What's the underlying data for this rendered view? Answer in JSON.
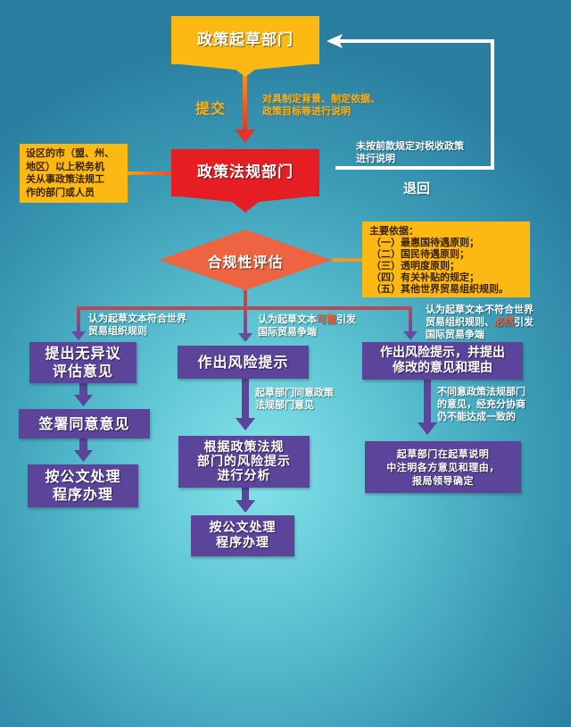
{
  "flowchart": {
    "drafting_department": "政策起草部门",
    "submit_label": "提交",
    "submit_note": "对具制定背景、制定依据、政策目标等进行说明",
    "submit_note_lines": [
      "对具制定背景、制定依据、",
      "政策目标等进行说明"
    ],
    "return_note_lines": [
      "未按前款规定对税收政策",
      "进行说明"
    ],
    "return_label": "退回",
    "legal_department": "政策法规部门",
    "legal_department_note_lines": [
      "设区的市（盟、州、",
      "地区）以上税务机",
      "关从事政策法规工",
      "作的部门或人员"
    ],
    "assessment": "合规性评估",
    "criteria": {
      "title": "主要依据：",
      "items": [
        "（一）最惠国待遇原则；",
        "（二）国民待遇原则；",
        "（三）透明度原则；",
        "（四）有关补贴的规定；",
        "（五）其他世界贸易组织规则。"
      ]
    },
    "branches": [
      {
        "condition_lines": [
          "认为起草文本符合世界",
          "贸易组织规则"
        ],
        "steps": [
          [
            "提出无异议",
            "评估意见"
          ],
          [
            "签署同意意见"
          ],
          [
            "按公文处理",
            "程序办理"
          ]
        ]
      },
      {
        "condition_pre": "认为起草文本",
        "condition_highlight": "可能",
        "condition_post": "引发",
        "condition_line2": "国际贸易争端",
        "steps": [
          [
            "作出风险提示"
          ],
          [
            "根据政策法规",
            "部门的风险提示",
            "进行分析"
          ],
          [
            "按公文处理",
            "程序办理"
          ]
        ],
        "transition_note_lines": [
          "起草部门同意政策",
          "法规部门意见"
        ]
      },
      {
        "condition_line1": "认为起草文本不符合世界",
        "condition_pre": "贸易组织规则、",
        "condition_highlight": "必然",
        "condition_post": "引发",
        "condition_line3": "国际贸易争端",
        "steps": [
          [
            "作出风险提示，并提出",
            "修改的意见和理由"
          ],
          [
            "起草部门在起草说明",
            "中注明各方意见和理由，",
            "报局领导确定"
          ]
        ],
        "transition_note_lines": [
          "不同意政策法规部门",
          "的意见，经充分协商",
          "仍不能达成一致的"
        ]
      }
    ]
  },
  "colors": {
    "yellow": "#fdb913",
    "red": "#e61e24",
    "orange_diamond": "#ee6340",
    "purple": "#5b4499",
    "connector_red": "#b64b57",
    "highlight": "#ff5a2a",
    "background_center": "#86e3ea",
    "background_edge": "#2a7ea0"
  }
}
